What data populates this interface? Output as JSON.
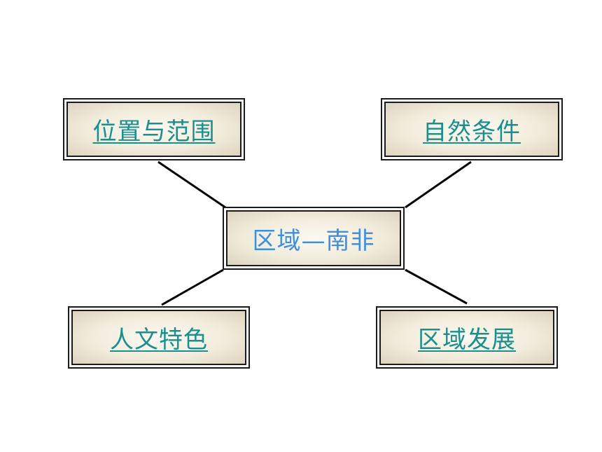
{
  "diagram": {
    "center": {
      "label": "区域—南非"
    },
    "topics": [
      {
        "key": "position",
        "label": "位置与范围"
      },
      {
        "key": "natural",
        "label": "自然条件"
      },
      {
        "key": "culture",
        "label": "人文特色"
      },
      {
        "key": "development",
        "label": "区域发展"
      }
    ]
  },
  "colors": {
    "link_text": "#1a8f8f",
    "center_text": "#3d8fe0",
    "box_fill": "#f2ecdc",
    "border": "#1a1a1a",
    "connector": "#000000"
  }
}
